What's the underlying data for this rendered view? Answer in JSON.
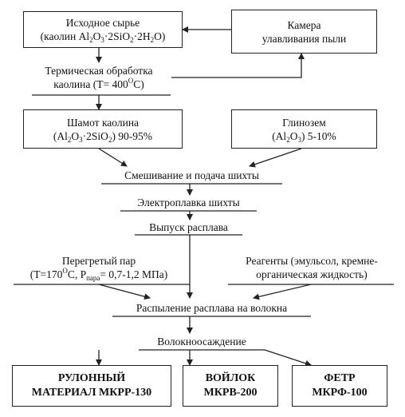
{
  "nodes": {
    "raw": {
      "line1": "Исходное сырье",
      "line2_prefix": "(каолин Al",
      "line2_mid1": "O",
      "line2_mid2": "·2SiO",
      "line2_mid3": "·2H",
      "line2_mid4": "O)",
      "sub2": "2",
      "sub3": "3"
    },
    "dust": {
      "line1": "Камера",
      "line2": "улавливания пыли"
    },
    "thermal": {
      "line1": "Термическая обработка",
      "line2_prefix": "каолина (Т= 400",
      "sup": "O",
      "line2_suffix": "С)"
    },
    "chamotte": {
      "line1": "Шамот каолина",
      "line2_prefix": "(Al",
      "line2_mid1": "O",
      "line2_mid2": "·2SiO",
      "line2_suffix": ") 90-95%",
      "sub2": "2",
      "sub3": "3"
    },
    "alumina": {
      "line1": "Глинозем",
      "line2_prefix": "(Al",
      "line2_mid": "O",
      "line2_suffix": ") 5-10%",
      "sub2": "2",
      "sub3": "3"
    },
    "mixing": {
      "text": "Смешивание и подача шихты"
    },
    "melting": {
      "text": "Электроплавка шихты"
    },
    "release": {
      "text": "Выпуск расплава"
    },
    "steam": {
      "line1": "Перегретый пар",
      "line2_prefix": "(Т=170",
      "sup": "O",
      "line2_mid": "С, P",
      "sub": "пара",
      "line2_suffix": "= 0,7-1,2 МПа)"
    },
    "reagents": {
      "line1": "Реагенты (эмульсол, кремне-",
      "line2": "органическая жидкость)"
    },
    "spraying": {
      "text": "Распыление расплава на волокна"
    },
    "deposition": {
      "text": "Волокноосаждение"
    },
    "roll": {
      "line1": "РУЛОННЫЙ",
      "line2": "МАТЕРИАЛ МКРР-130"
    },
    "felt": {
      "line1": "ВОЙЛОК",
      "line2": "МКРВ-200"
    },
    "fetr": {
      "line1": "ФЕТР",
      "line2": "МКРФ-100"
    }
  }
}
